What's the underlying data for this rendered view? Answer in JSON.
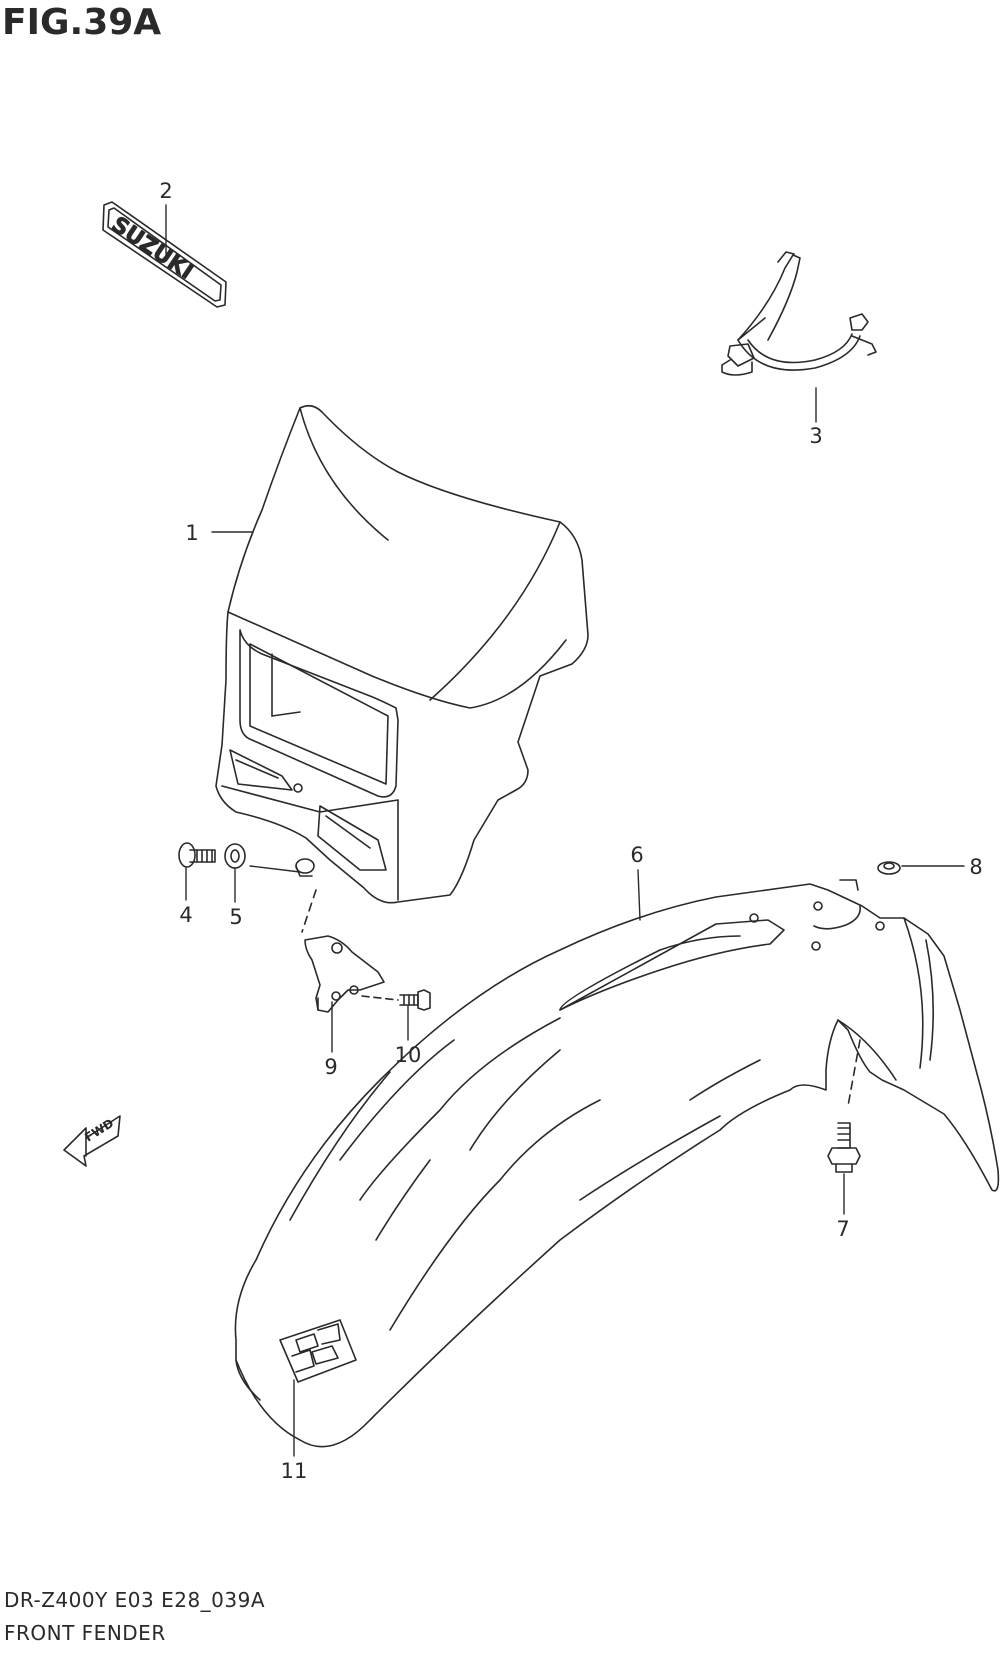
{
  "figure": {
    "title": "FIG.39A",
    "code": "DR-Z400Y E03 E28_039A",
    "name": "FRONT FENDER"
  },
  "callouts": [
    {
      "number": "1",
      "part": "headlight-cover"
    },
    {
      "number": "2",
      "part": "suzuki-emblem"
    },
    {
      "number": "3",
      "part": "cable-clamp"
    },
    {
      "number": "4",
      "part": "screw"
    },
    {
      "number": "5",
      "part": "washer"
    },
    {
      "number": "6",
      "part": "front-fender"
    },
    {
      "number": "7",
      "part": "fender-bolt"
    },
    {
      "number": "8",
      "part": "fender-washer"
    },
    {
      "number": "9",
      "part": "bracket"
    },
    {
      "number": "10",
      "part": "bracket-bolt"
    },
    {
      "number": "11",
      "part": "s-emblem"
    }
  ],
  "emblem_text": "SUZUKI",
  "fwd_arrow_label": "FWD",
  "colors": {
    "line": "#2a2a2a",
    "background": "#ffffff"
  }
}
